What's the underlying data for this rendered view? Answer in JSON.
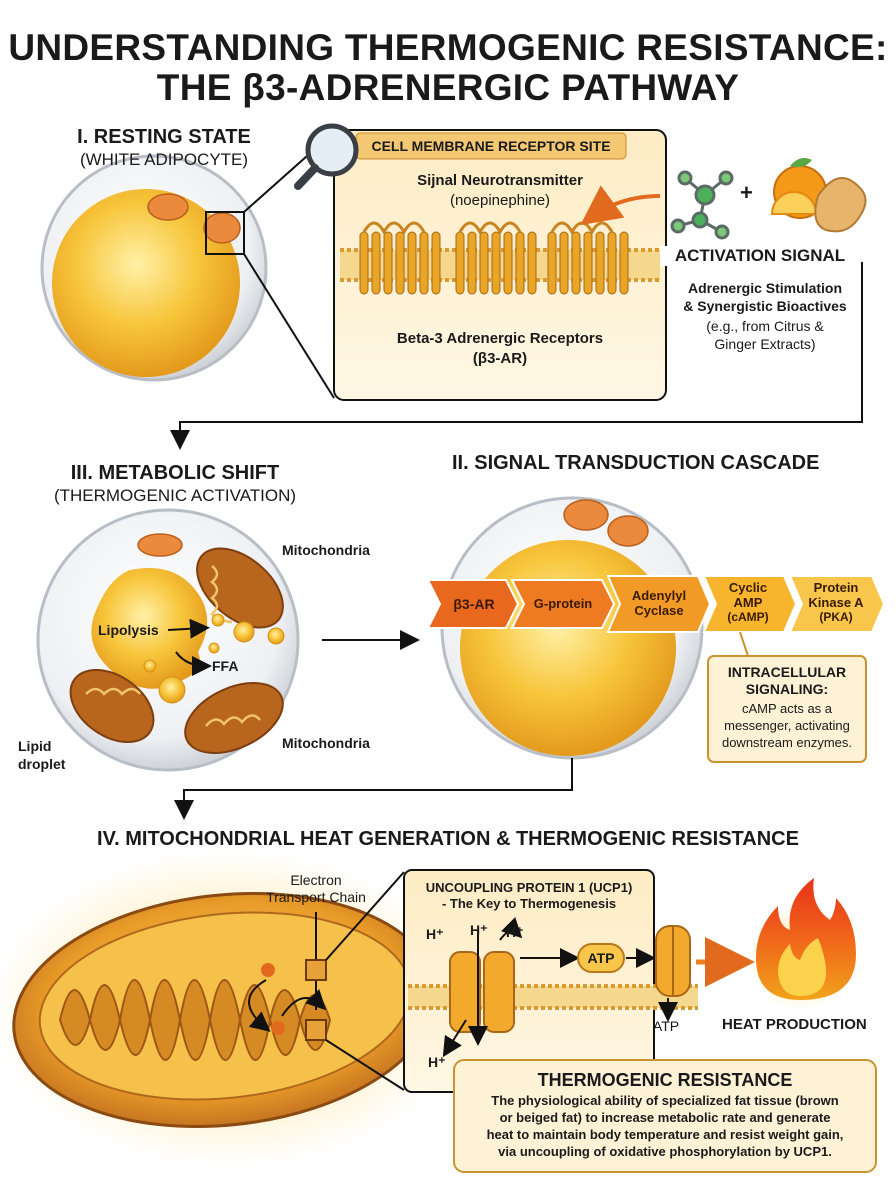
{
  "title": {
    "line1": "UNDERSTANDING THERMOGENIC RESISTANCE:",
    "line2": "THE β3-ADRENERGIC PATHWAY"
  },
  "section1": {
    "heading": "I. RESTING STATE",
    "subheading": "(WHITE ADIPOCYTE)"
  },
  "receptor_site": {
    "header": "CELL MEMBRANE RECEPTOR SITE",
    "neuro_title": "Sijnal Neurotransmitter",
    "neuro_sub": "(noepinephine)",
    "receptors_line1": "Beta-3 Adrenergic Receptors",
    "receptors_line2": "(β3-AR)"
  },
  "activation": {
    "plus": "+",
    "title": "ACTIVATION SIGNAL",
    "line1": "Adrenergic Stimulation",
    "line2": "& Synergistic Bioactives",
    "line3": "(e.g., from Citrus &",
    "line4": "Ginger Extracts)"
  },
  "section3": {
    "heading": "III. METABOLIC SHIFT",
    "subheading": "(THERMOGENIC ACTIVATION)",
    "mito_top": "Mitochondria",
    "mito_bottom": "Mitochondria",
    "lipolysis": "Lipolysis",
    "ffa": "FFA",
    "lipid_line1": "Lipid",
    "lipid_line2": "droplet"
  },
  "section2": {
    "heading": "II. SIGNAL TRANSDUCTION CASCADE",
    "cascade": [
      {
        "l1": "β3-AR",
        "l2": "",
        "l3": ""
      },
      {
        "l1": "G-protein",
        "l2": "",
        "l3": ""
      },
      {
        "l1": "Adenylyl",
        "l2": "Cyclase",
        "l3": ""
      },
      {
        "l1": "Cyclic",
        "l2": "AMP",
        "l3": "(cAMP)"
      },
      {
        "l1": "Protein",
        "l2": "Kinase A",
        "l3": "(PKA)"
      }
    ],
    "callout_title1": "INTRACELLULAR",
    "callout_title2": "SIGNALING:",
    "callout_line1": "cAMP acts as a",
    "callout_line2": "messenger, activating",
    "callout_line3": "downstream enzymes."
  },
  "section4": {
    "heading": "IV. MITOCHONDRIAL HEAT GENERATION & THERMOGENIC RESISTANCE",
    "etc_line1": "Electron",
    "etc_line2": "Transport Chain",
    "ucp_line1": "UNCOUPLING PROTEIN 1 (UCP1)",
    "ucp_line2": "- The Key to Thermogenesis",
    "h_plus": "H⁺",
    "atp_badge": "ATP",
    "atp_label": "ATP",
    "heat_label": "HEAT PRODUCTION",
    "resist_title": "THERMOGENIC RESISTANCE",
    "resist_line1": "The physiological ability of specialized fat tissue (brown",
    "resist_line2": "or beiged fat) to increase metabolic rate and generate",
    "resist_line3": "heat to maintain body temperature and resist weight gain,",
    "resist_line4": "via uncoupling of oxidative phosphorylation by UCP1."
  },
  "colors": {
    "yellow": "#f7c23a",
    "gold": "#e9a02a",
    "orange": "#ef7d22",
    "brown": "#b8661d",
    "cream": "#fdf1d6"
  },
  "icons": [
    "magnifier-icon",
    "molecule-icon",
    "orange-icon",
    "ginger-icon",
    "flame-icon"
  ]
}
